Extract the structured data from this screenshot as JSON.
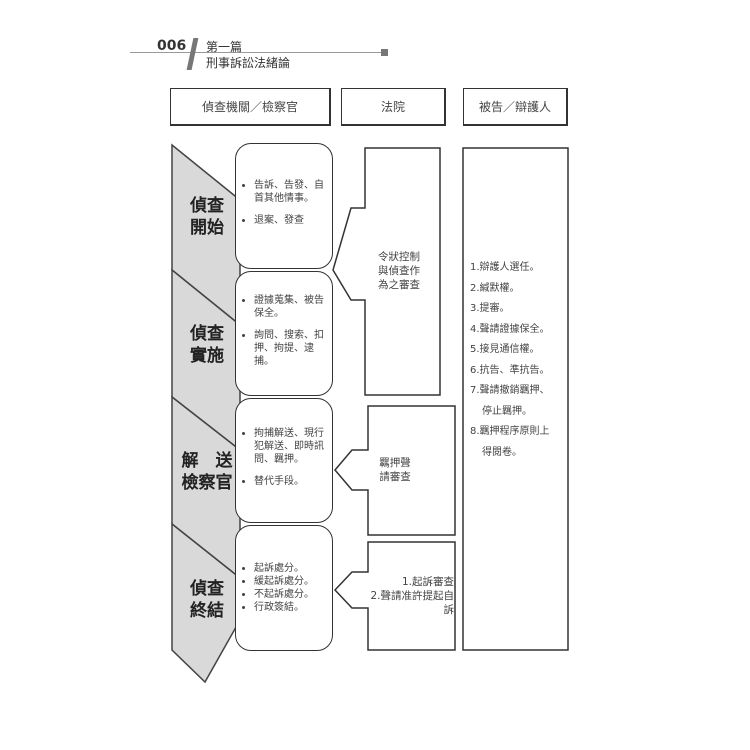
{
  "header": {
    "page_number": "006",
    "part": "第一篇",
    "chapter": "刑事訴訟法緒論"
  },
  "columns": [
    "偵查機關／檢察官",
    "法院",
    "被告／辯護人"
  ],
  "stages": [
    {
      "title": [
        "偵查",
        "開始"
      ],
      "items": [
        "告訴、告發、自首其他情事。",
        "退案、發查"
      ]
    },
    {
      "title": [
        "偵查",
        "實施"
      ],
      "items": [
        "證據蒐集、被告保全。",
        "詢問、搜索、扣押、拘提、逮捕。"
      ]
    },
    {
      "title": [
        "解　送",
        "檢察官"
      ],
      "items": [
        "拘捕解送、現行犯解送、即時訊問、羈押。",
        "替代手段。"
      ]
    },
    {
      "title": [
        "偵查",
        "終結"
      ],
      "items": [
        "起訴處分。",
        "緩起訴處分。",
        "不起訴處分。",
        "行政簽結。"
      ]
    }
  ],
  "court": {
    "review1": "令狀控制與偵查作為之審查",
    "review2": "羈押聲請審查",
    "review3": [
      "1.起訴審查",
      "2.聲請准許提起自訴"
    ]
  },
  "defense_rights": [
    "1.辯護人選任。",
    "2.緘默權。",
    "3.提審。",
    "4.聲請證據保全。",
    "5.接見通信權。",
    "6.抗告、準抗告。",
    "7.聲請撤銷羈押、",
    "停止羈押。",
    "8.羈押程序原則上",
    "得閱卷。"
  ]
}
